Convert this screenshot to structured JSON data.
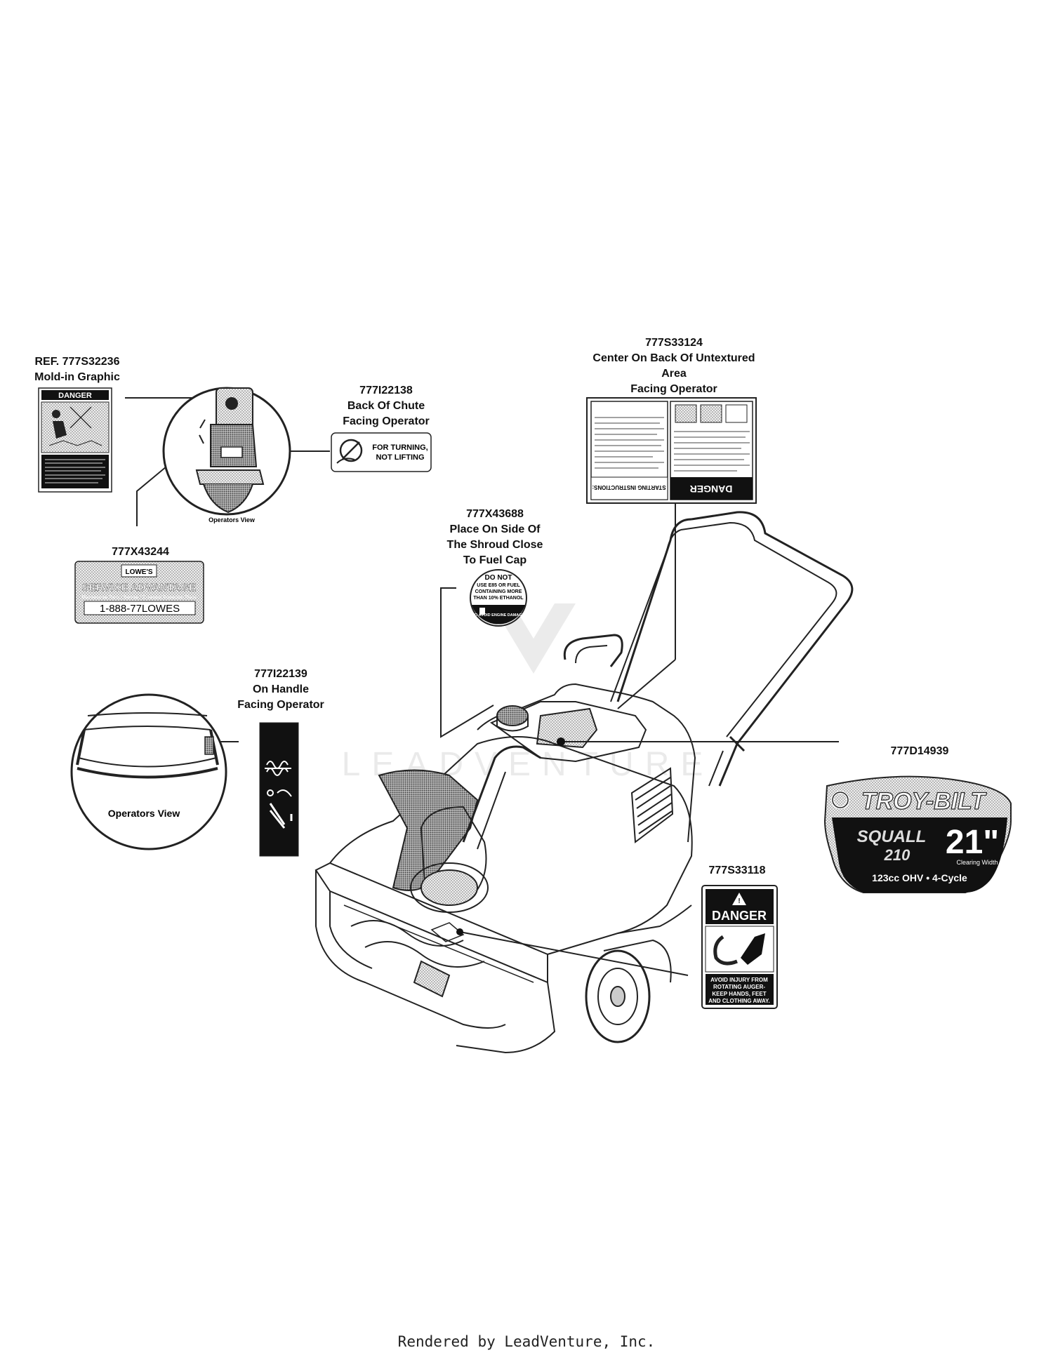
{
  "labels": {
    "ref_mold": {
      "line1": "REF. 777S32236",
      "line2": "Mold-in Graphic"
    },
    "chute": {
      "part": "777I22138",
      "line1": "Back Of Chute",
      "line2": "Facing Operator"
    },
    "danger_back": {
      "part": "777S33124",
      "line1": "Center On Back Of Untextured",
      "line2": "Area",
      "line3": "Facing Operator"
    },
    "lowes_part": "777X43244",
    "fuel": {
      "part": "777X43688",
      "line1": "Place On Side Of",
      "line2": "The Shroud Close",
      "line3": "To Fuel Cap"
    },
    "handle": {
      "part": "777I22139",
      "line1": "On Handle",
      "line2": "Facing Operator"
    },
    "troybilt_part": "777D14939",
    "auger_part": "777S33118",
    "operators_view_1": "Operators View",
    "operators_view_2": "Operators View"
  },
  "decals": {
    "danger_word": "DANGER",
    "turning": {
      "line1": "FOR TURNING,",
      "line2": "NOT LIFTING"
    },
    "lowes": {
      "brand": "LOWE'S",
      "title": "SERVICE ADVANTAGE",
      "subtitle": "Maintenance Parts / Service / Extended Protection Plans",
      "phone": "1-888-77LOWES"
    },
    "fuel_decal": {
      "line1": "DO NOT",
      "line2": "USE E85 OR FUEL",
      "line3": "CONTAINING MORE",
      "line4": "THAN 10% ETHANOL",
      "line5": "TO AVOID ENGINE DAMAGE"
    },
    "danger_back": {
      "word": "DANGER",
      "side": "STARTING INSTRUCTIONS:"
    },
    "troybilt": {
      "brand": "TROY-BILT",
      "model1": "SQUALL",
      "model2": "210",
      "size": "21\"",
      "size_sub": "Clearing Width",
      "engine": "123cc OHV • 4-Cycle"
    },
    "auger": {
      "word": "DANGER",
      "line1": "AVOID INJURY FROM",
      "line2": "ROTATING AUGER-",
      "line3": "KEEP HANDS, FEET",
      "line4": "AND CLOTHING AWAY."
    }
  },
  "footer": "Rendered by LeadVenture, Inc.",
  "watermark": "LEADVENTURE"
}
